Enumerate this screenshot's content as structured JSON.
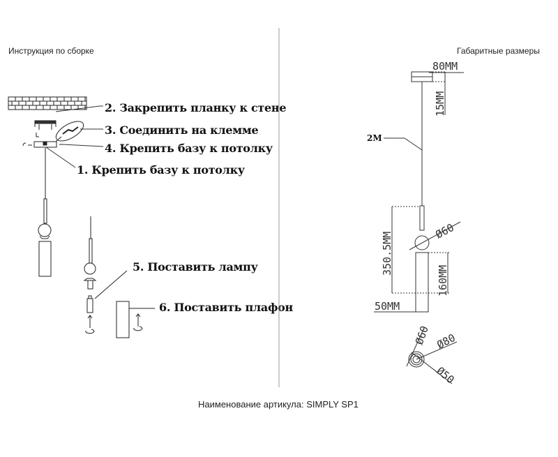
{
  "left_panel": {
    "title": "Инструкция по сборке",
    "steps": [
      {
        "label": "2. Закрепить планку к стене"
      },
      {
        "label": "3. Соединить на клемме"
      },
      {
        "label": "4. Крепить базу к потолку"
      },
      {
        "label": "1. Крепить базу к потолку"
      },
      {
        "label": "5. Поставить лампу"
      },
      {
        "label": "6. Поставить плафон"
      }
    ]
  },
  "right_panel": {
    "title": "Габаритные размеры",
    "dimensions": {
      "base_width": "80MM",
      "base_height": "15MM",
      "cable_length": "2M",
      "total_height": "350.5MM",
      "shade_height": "160MM",
      "shade_width": "50MM",
      "sphere_diameter": "Ø60",
      "top_d60": "Ø60",
      "top_d80": "Ø80",
      "top_d50": "Ø50"
    }
  },
  "footer": {
    "article": "Наименование артикула: SIMPLY SP1"
  }
}
